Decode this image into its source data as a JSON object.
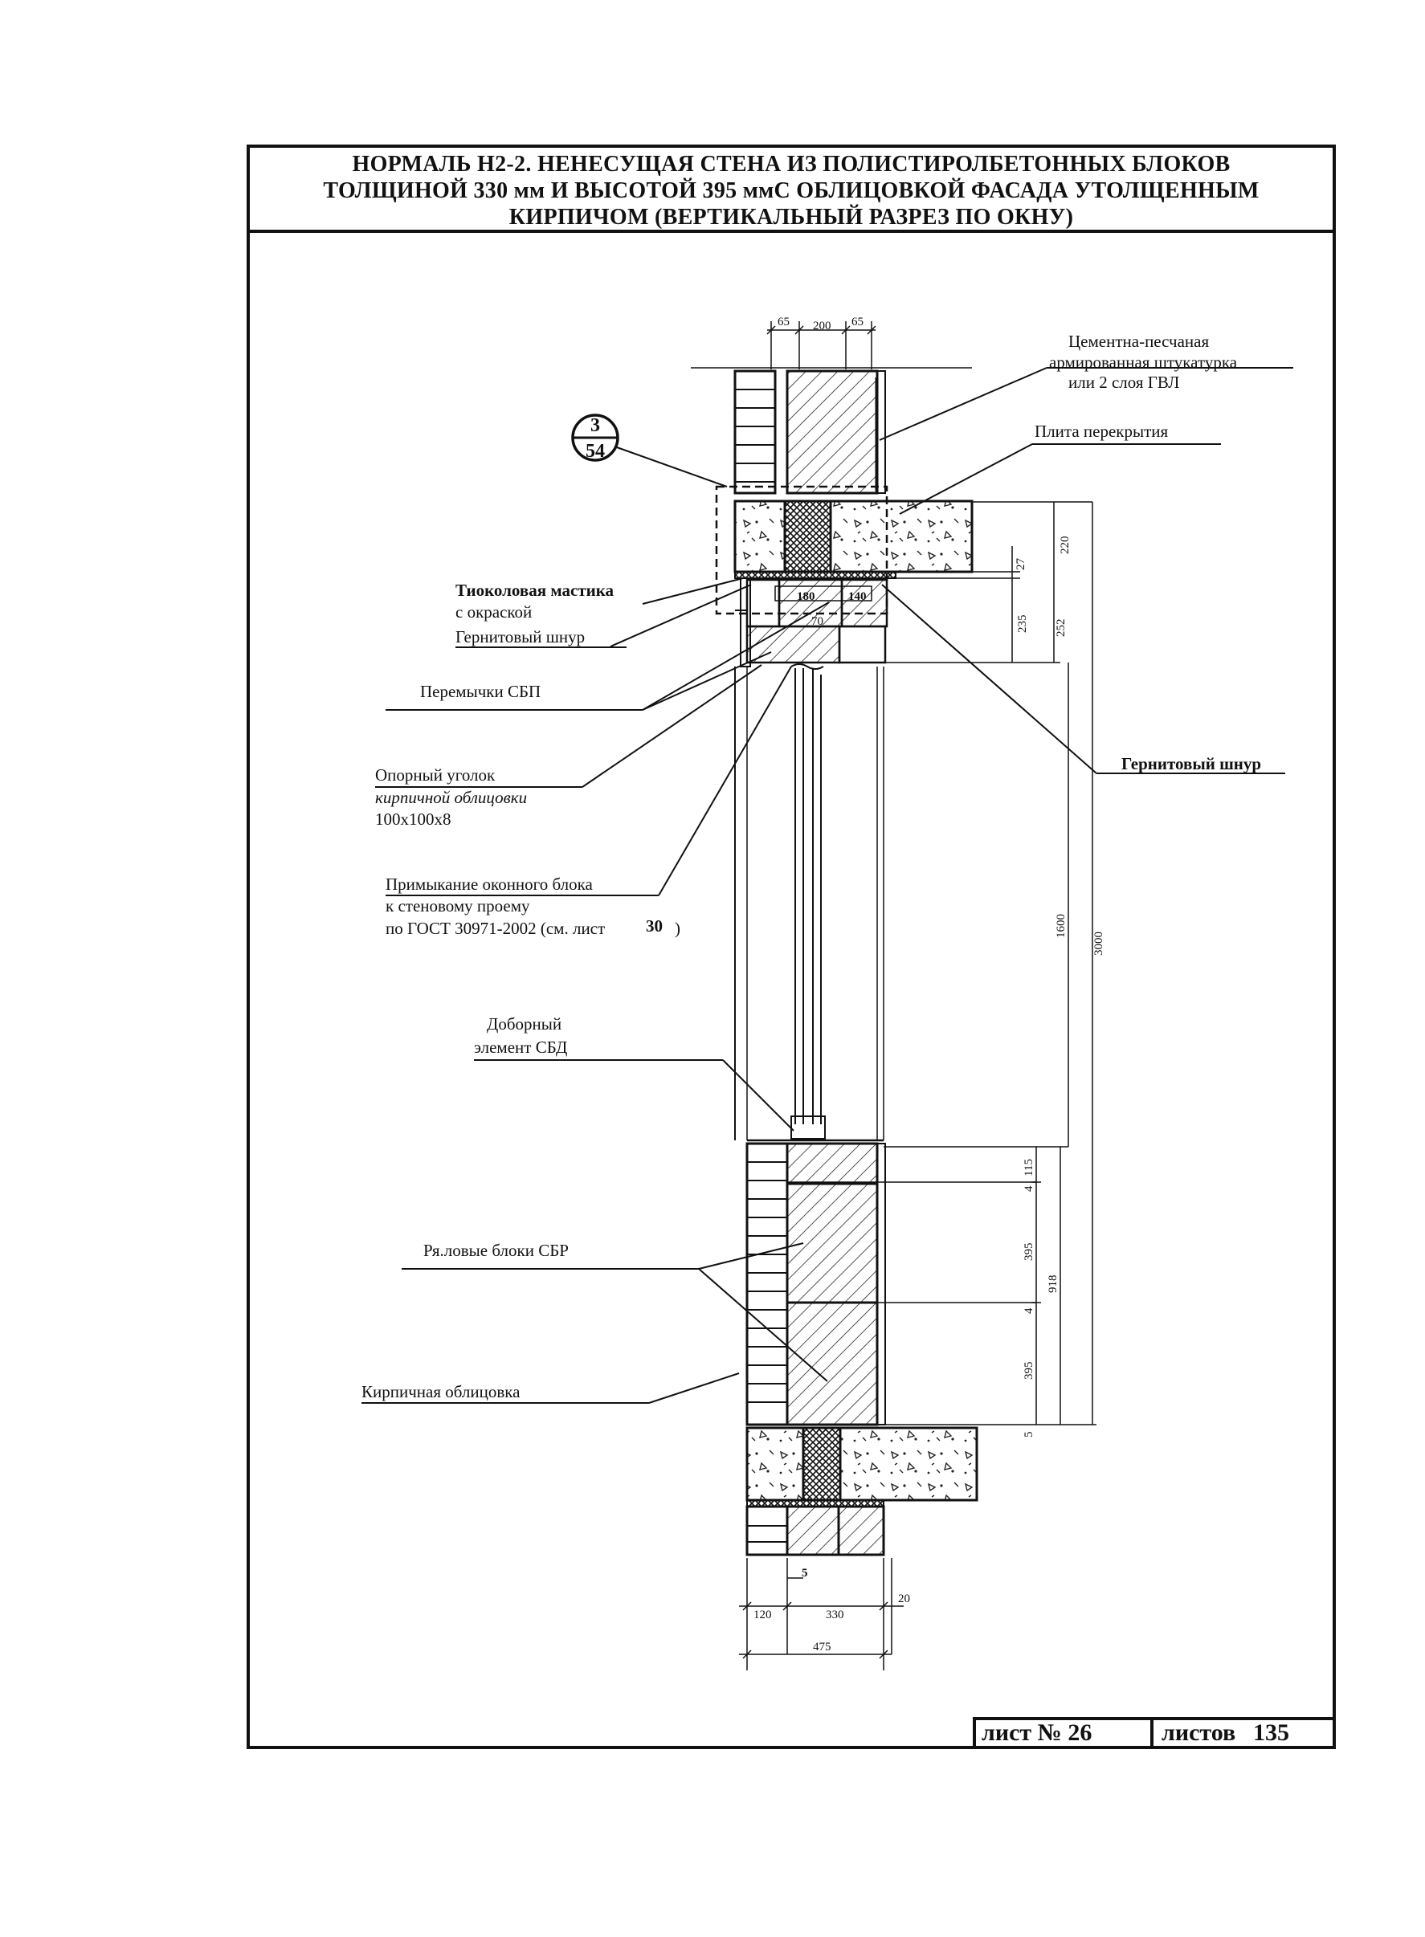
{
  "title": {
    "line1": "НОРМАЛЬ Н2-2. НЕНЕСУЩАЯ СТЕНА ИЗ ПОЛИСТИРОЛБЕТОННЫХ БЛОКОВ",
    "line2": "ТОЛЩИНОЙ 330 мм И ВЫСОТОЙ 395 ммС ОБЛИЦОВКОЙ ФАСАДА УТОЛЩЕННЫМ",
    "line3": "КИРПИЧОМ (ВЕРТИКАЛЬНЫЙ РАЗРЕЗ ПО ОКНУ)"
  },
  "callout": {
    "top": "3",
    "bottom": "54"
  },
  "labels": {
    "plaster_1": "Цементна-песчаная",
    "plaster_2": "армированная штукатурка",
    "plaster_3": "или 2 слоя ГВЛ",
    "slab": "Плита перекрытия",
    "mastic_1": "Тиоколовая мастика",
    "mastic_2": "с окраской",
    "gernit_left": "Гернитовый шнур",
    "lintels": "Перемычки СБП",
    "gernit_right": "Гернитовый шнур",
    "angle_1": "Опорный уголок",
    "angle_2": "кирпичной облицовки",
    "angle_3": "100х100х8",
    "window_1": "Примыкание оконного блока",
    "window_2": "к стеновому проему",
    "window_3": "по ГОСТ 30971-2002 (см. лист",
    "window_sheet": "30",
    "window_close": ")",
    "extra_1": "Доборный",
    "extra_2": "элемент СБД",
    "row_blocks": "Ря.ловые блоки СБР",
    "brick": "Кирпичная облицовка"
  },
  "dimensions": {
    "top_65a": "65",
    "top_200": "200",
    "top_65b": "65",
    "d220": "220",
    "d27": "27",
    "d235": "235",
    "d252": "252",
    "d1600": "1600",
    "d3000": "3000",
    "d115": "115",
    "d4a": "4",
    "d395a": "395",
    "d4b": "4",
    "d395b": "395",
    "d918": "918",
    "d5": "5",
    "d5b": "5",
    "b120": "120",
    "b330": "330",
    "b20": "20",
    "b475": "475",
    "lintel_180": "180",
    "lintel_140": "140",
    "lintel_70": "70"
  },
  "stamp": {
    "sheet_label": "лист № 26",
    "sheets_label": "листов",
    "sheets_total": "135"
  }
}
